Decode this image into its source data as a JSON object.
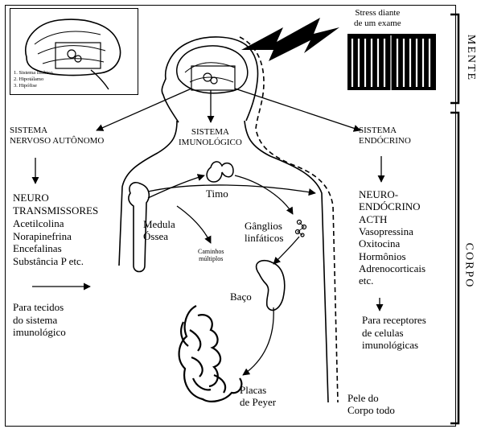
{
  "inset_legend": [
    "1. Sistema límbico",
    "2. Hipotálamo",
    "3. Hipófise"
  ],
  "stress_label": [
    "Stress diante",
    "de um exame"
  ],
  "section_labels": {
    "mind": "MENTE",
    "body": "CORPO"
  },
  "autonomic": {
    "title": [
      "SISTEMA",
      "NERVOSO AUTÔNOMO"
    ],
    "items": [
      "NEURO",
      "TRANSMISSORES",
      "Acetilcolina",
      "Norapinefrina",
      "Encefalinas",
      "Substância P etc."
    ],
    "target": [
      "Para tecidos",
      "do sistema",
      "imunológico"
    ]
  },
  "immune": {
    "title": [
      "SISTEMA",
      "IMUNOLÓGICO"
    ],
    "thymus": "Timo",
    "marrow": [
      "Medula",
      "Óssea"
    ],
    "pathways": [
      "Caminhos",
      "múltiplos"
    ],
    "lymph_nodes": [
      "Gânglios",
      "linfáticos"
    ],
    "spleen": "Baço",
    "peyer": [
      "Placas",
      "de Peyer"
    ],
    "skin": [
      "Pele do",
      "Corpo todo"
    ]
  },
  "endocrine": {
    "title": [
      "SISTEMA",
      "ENDÓCRINO"
    ],
    "items": [
      "NEURO-",
      "ENDÓCRINO",
      "ACTH",
      "Vasopressina",
      "Oxitocina",
      "Hormônios",
      "Adrenocorticais",
      "etc."
    ],
    "target": [
      "Para receptores",
      "de celulas",
      "imunológicas"
    ]
  },
  "colors": {
    "ink": "#000000",
    "paper": "#ffffff"
  }
}
